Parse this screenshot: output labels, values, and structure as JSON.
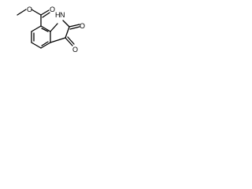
{
  "molecule": {
    "atoms": {
      "methoxy_oxygen": "O",
      "ester_carbonyl_oxygen": "O",
      "amide_nitrogen": "N",
      "amide_hydrogen": "H",
      "c2_carbonyl_oxygen": "O",
      "c3_carbonyl_oxygen": "O"
    }
  }
}
